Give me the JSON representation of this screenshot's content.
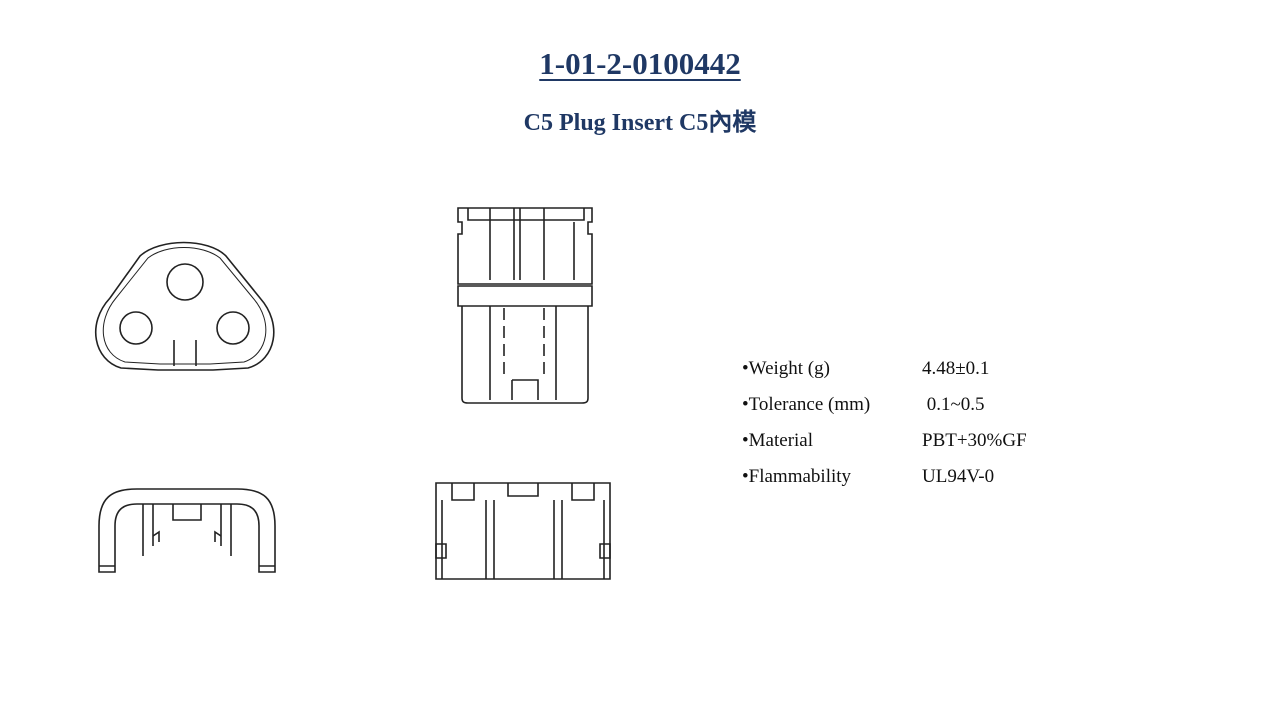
{
  "document": {
    "title": "1-01-2-0100442",
    "subtitle": "C5 Plug Insert C5內模"
  },
  "specs": [
    {
      "label": "•Weight (g)",
      "value": "4.48±0.1"
    },
    {
      "label": "•Tolerance (mm)",
      "value": " 0.1~0.5"
    },
    {
      "label": "•Material",
      "value": "PBT+30%GF"
    },
    {
      "label": "•Flammability",
      "value": "UL94V-0"
    }
  ],
  "colors": {
    "title": "#1f3864",
    "text": "#111111",
    "line": "#222222"
  }
}
